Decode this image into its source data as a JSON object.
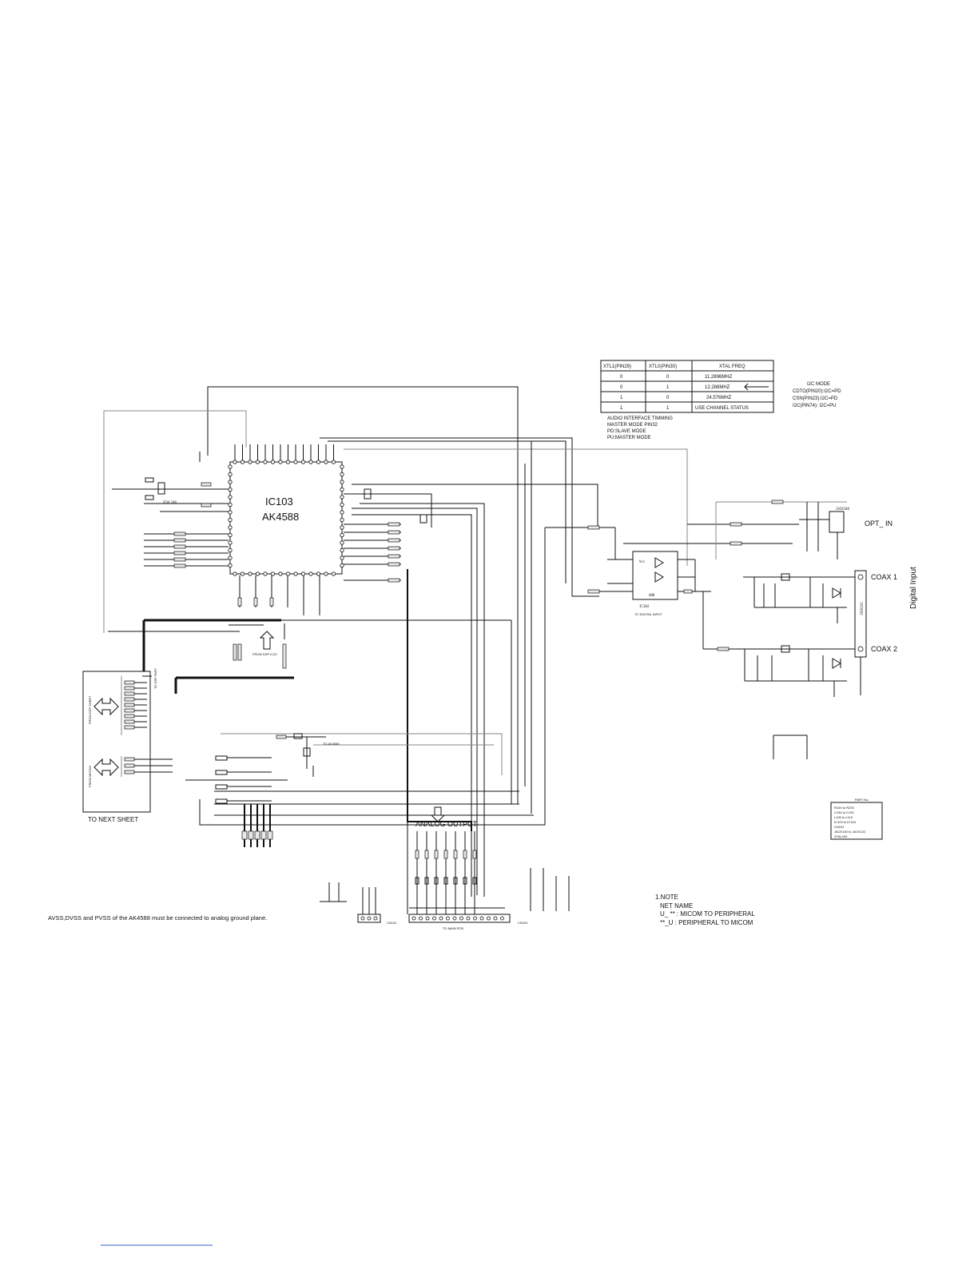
{
  "ic": {
    "ref": "IC103",
    "part": "AK4588"
  },
  "xtal_table": {
    "headers": [
      "XTL1(PIN29)",
      "XTL0(PIN30)",
      "XTAL FREQ"
    ],
    "rows": [
      [
        "0",
        "0",
        "11.2896MHZ"
      ],
      [
        "0",
        "1",
        "12.288MHZ"
      ],
      [
        "1",
        "0",
        "24.576MHZ"
      ],
      [
        "1",
        "1",
        "USE CHANNEL STATUS"
      ]
    ]
  },
  "audio_interface": [
    "AUDIO INTERFACE TIMMING",
    "MASTER MODE  PIN32",
    "PD:SLAVE MODE",
    "PU:MASTER MODE"
  ],
  "i2c_mode": [
    "I2C MODE",
    "CDTO(PIN20):I2C=PD",
    "CSN(PIN23):I2C=PD",
    "I2C(PIN74): I2C=PU"
  ],
  "labels": {
    "opt_in": "OPT_ IN",
    "coax1": "COAX 1",
    "coax2": "COAX 2",
    "digital_input": "Digital Input",
    "to_digital_input": "TO DIGITAL INPUT",
    "to_next_sheet": "TO NEXT SHEET",
    "from_dsp_sheet": "FROM DSP SHEET",
    "from_micom": "FROM MICOM",
    "to_dsp_part": "TO DSP PART",
    "from_dsp_ic20": "FROM DSP IC20",
    "analog_output": "ANALOG OUTPUT",
    "to_main_pcb": "TO MAIN PCB",
    "to_ak4588": "TO AK4588",
    "cn101": "CN101",
    "cn102": "CN102",
    "ground_note": "AVSS,DVSS and PVSS of the AK4588 must be connected to analog ground plane."
  },
  "note": {
    "title": "1.NOTE",
    "line1": "NET NAME",
    "line2": "U_ ** : MICOM TO PERIPHERAL",
    "line3": "**_U : PERIPHERAL TO MICOM"
  },
  "parts_list": {
    "title": "PART No.",
    "items": [
      "R100 to R233",
      "C154 to C192",
      "L100 to L119",
      "IC103 to IC104",
      "CN102",
      "JACK100 to JACK102",
      "XTAL100"
    ]
  },
  "components": {
    "ic_small": "IC104",
    "xtal": "XTAL100",
    "jack_opt": "JACK100",
    "jack_coax": "JACK101"
  }
}
